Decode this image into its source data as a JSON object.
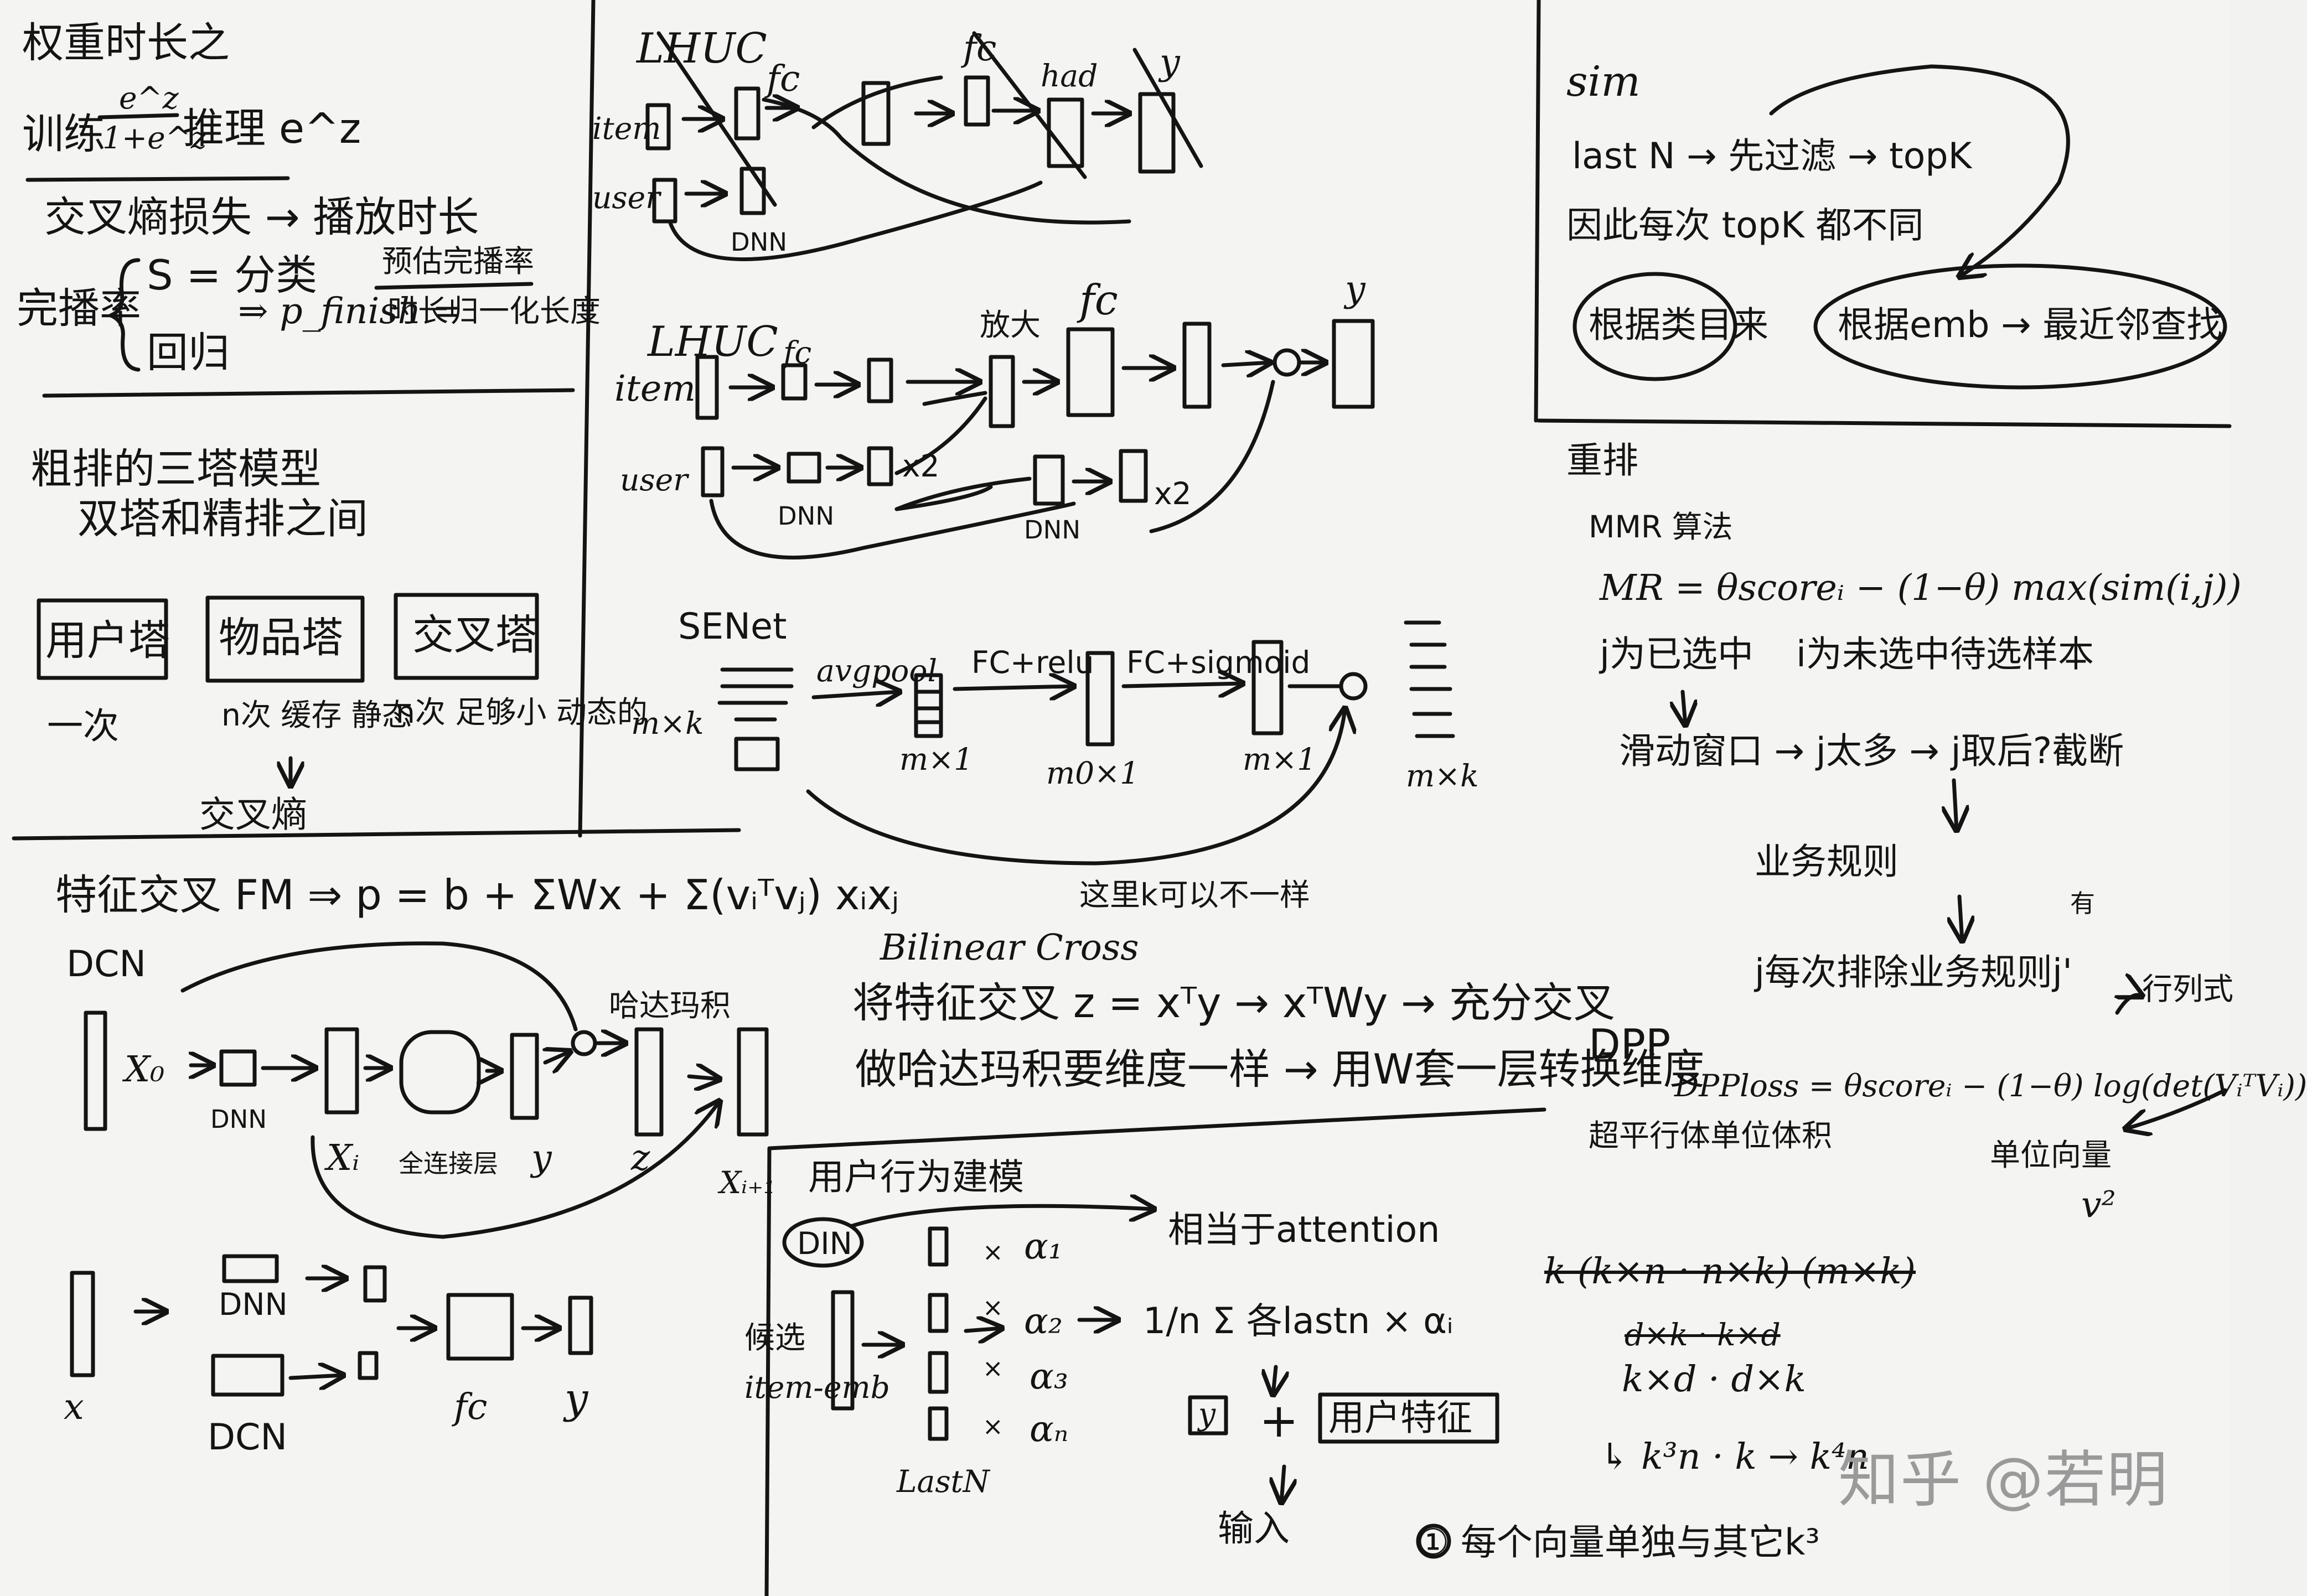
{
  "watermark": "知乎 @若明",
  "notes": {
    "tl": {
      "title": "权重时长之",
      "label_train": "训练",
      "frac_num": "e^z",
      "frac_den": "1+e^z",
      "label_infer": "推理 e^z",
      "cross_entropy_line": "交叉熵损失 → 播放时长",
      "completion_label": "完播率",
      "s_branch_1": "S = 分类",
      "s_branch_2": "回归",
      "p_finish": "⇒ p_finish =",
      "frac_top": "预估完播率",
      "frac_bottom": "时长归一化长度"
    },
    "coarse": {
      "title": "粗排的三塔模型",
      "subtitle": "双塔和精排之间",
      "tower_user": "用户塔",
      "tower_item": "物品塔",
      "tower_cross": "交叉塔",
      "note_user": "一次",
      "note_item": "n次 缓存 静态",
      "note_cross": "n次 足够小 动态的",
      "cross_entropy": "交叉熵"
    },
    "feat": {
      "title": "特征交叉 FM ⇒ p = b + ΣWx + Σ(vᵢᵀvⱼ) xᵢxⱼ",
      "dcn": "DCN",
      "x0": "X₀",
      "dnn": "DNN",
      "xi": "Xᵢ",
      "fc_layer": "全连接层",
      "y": "y",
      "hadamard": "哈达玛积",
      "z": "z",
      "xi1": "Xᵢ₊₁",
      "x": "x",
      "dnn2": "DNN",
      "dcn2": "DCN",
      "fc": "fc",
      "y2": "y"
    },
    "lhuc1": {
      "title": "LHUC",
      "item": "item",
      "user": "user",
      "fc1": "fc",
      "fc2": "fc",
      "had": "had",
      "y": "y",
      "dnn": "DNN"
    },
    "lhuc2": {
      "title": "LHUC",
      "item": "item",
      "user": "user",
      "fc_small": "fc",
      "amplify": "放大",
      "fc_big": "fc",
      "y": "y",
      "x2a": "x2",
      "x2b": "x2",
      "dnn1": "DNN",
      "dnn2": "DNN"
    },
    "senet": {
      "title": "SENet",
      "mxk": "m×k",
      "avgpool": "avgpool",
      "fc_relu": "FC+relu",
      "fc_sigmoid": "FC+sigmoid",
      "mx1a": "m×1",
      "m0x1": "m0×1",
      "mx1b": "m×1",
      "mxk2": "m×k",
      "note": "这里k可以不一样"
    },
    "bilinear": {
      "title": "Bilinear Cross",
      "line1": "将特征交叉 z = xᵀy → xᵀWy → 充分交叉",
      "line2": "做哈达玛积要维度一样 → 用W套一层转换维度"
    },
    "behavior": {
      "title": "用户行为建模",
      "din": "DIN",
      "attention": "相当于attention",
      "candidate": "候选",
      "item_emb": "item-emb",
      "a1": "α₁",
      "a2": "α₂",
      "a3": "α₃",
      "an": "αₙ",
      "x1": "×",
      "x2": "×",
      "x3": "×",
      "x4": "×",
      "formula": "1/n Σ 各lastn × αᵢ",
      "lastn": "LastN",
      "y": "y",
      "plus": "+",
      "user_feat": "用户特征",
      "input": "输入"
    },
    "sim": {
      "title": "sim",
      "line1": "last N → 先过滤 → topK",
      "line2": "因此每次 topK 都不同",
      "oval1": "根据类目来",
      "oval2": "根据emb → 最近邻查找"
    },
    "rerank": {
      "title": "重排",
      "mmr": "MMR 算法",
      "formula": "MR = θscoreᵢ − (1−θ) max(sim(i,j))",
      "desc_j": "j为已选中",
      "desc_i": "i为未选中待选样本",
      "window": "滑动窗口 → j太多 → j取后?截断",
      "business": "业务规则",
      "rule_extra": "有",
      "rule": "j每次排除业务规则j'",
      "dpp": "DPP",
      "dpp_formula": "DPPloss = θscoreᵢ − (1−θ) log(det(VᵢᵀVᵢ))",
      "hypervolume": "超平行体单位体积",
      "determinant": "行列式",
      "unit_vec": "单位向量",
      "v2": "v²",
      "k_strike": "k (k×n · n×k) (m×k)",
      "dxk": "d×k · k×d",
      "kxd": "k×d · d×k",
      "k3": "↳ k³n · k → k⁴n",
      "circle": "① 每个向量单独与其它k³"
    }
  }
}
